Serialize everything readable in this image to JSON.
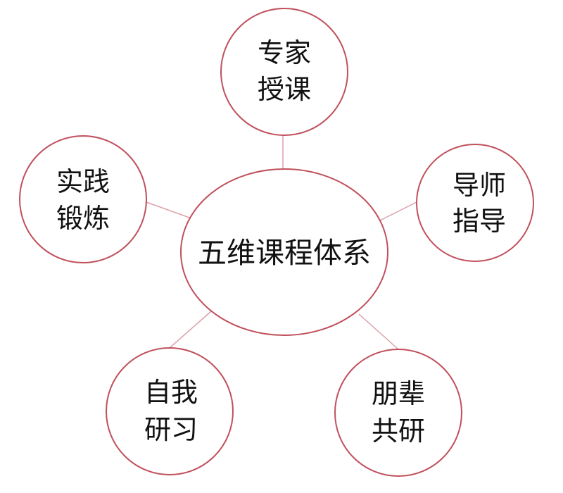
{
  "colors": {
    "circle_stroke": "#c0505c",
    "connector_stroke": "#dca0a8",
    "text": "#111111",
    "background": "#ffffff"
  },
  "diagram": {
    "center": {
      "label": "五维课程体系"
    },
    "nodes": [
      {
        "id": "top",
        "line1": "专家",
        "line2": "授课"
      },
      {
        "id": "right",
        "line1": "导师",
        "line2": "指导"
      },
      {
        "id": "bottom-right",
        "line1": "朋辈",
        "line2": "共研"
      },
      {
        "id": "bottom-left",
        "line1": "自我",
        "line2": "研习"
      },
      {
        "id": "left",
        "line1": "实践",
        "line2": "锻炼"
      }
    ]
  }
}
